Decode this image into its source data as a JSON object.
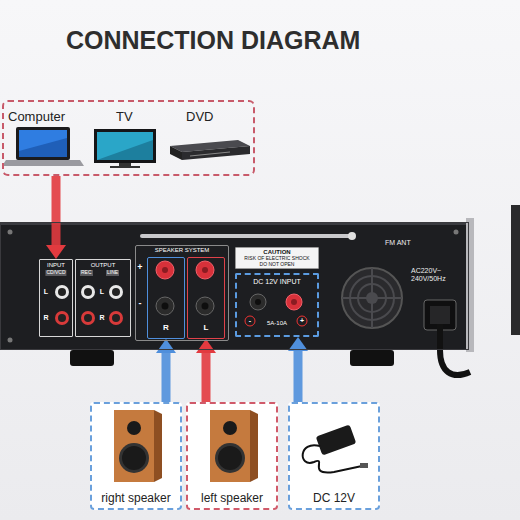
{
  "diagram": {
    "title": "CONNECTION DIAGRAM",
    "nodes": [
      {
        "text": [
          "Computer",
          "TV",
          "DVD"
        ]
      },
      {
        "text": [
          "FM ANT",
          "AC220V~ 240V/50Hz"
        ]
      },
      {
        "text": [
          "INPUT",
          "CD/VCD"
        ],
        "in": 1
      },
      {
        "text": [
          "OUTPUT",
          "REC",
          "LINE"
        ],
        "in": 1
      },
      {
        "text": [
          "SPEAKER SYSTEM"
        ],
        "in": 1
      },
      {
        "text": [
          "R"
        ],
        "in": 4
      },
      {
        "text": [
          "L"
        ],
        "in": 4
      },
      {
        "text": [
          "CAUTION",
          "RISK OF ELECTRIC SHOCK",
          "DO NOT OPEN"
        ],
        "in": 1
      },
      {
        "text": [
          "DC 12V INPUT",
          "5A-10A"
        ],
        "in": 1
      },
      {
        "text": [
          "right speaker"
        ]
      },
      {
        "text": [
          "left speaker"
        ]
      },
      {
        "text": [
          "DC 12V"
        ]
      }
    ],
    "edges": [
      {
        "from": 0,
        "to": 2,
        "arrow": "to"
      },
      {
        "from": 9,
        "to": 5,
        "arrow": "to"
      },
      {
        "from": 10,
        "to": 6,
        "arrow": "to"
      },
      {
        "from": 11,
        "to": 8,
        "arrow": "to"
      }
    ],
    "labels": [
      "L",
      "R",
      "L",
      "R",
      "+",
      "-",
      "-",
      "+"
    ]
  }
}
